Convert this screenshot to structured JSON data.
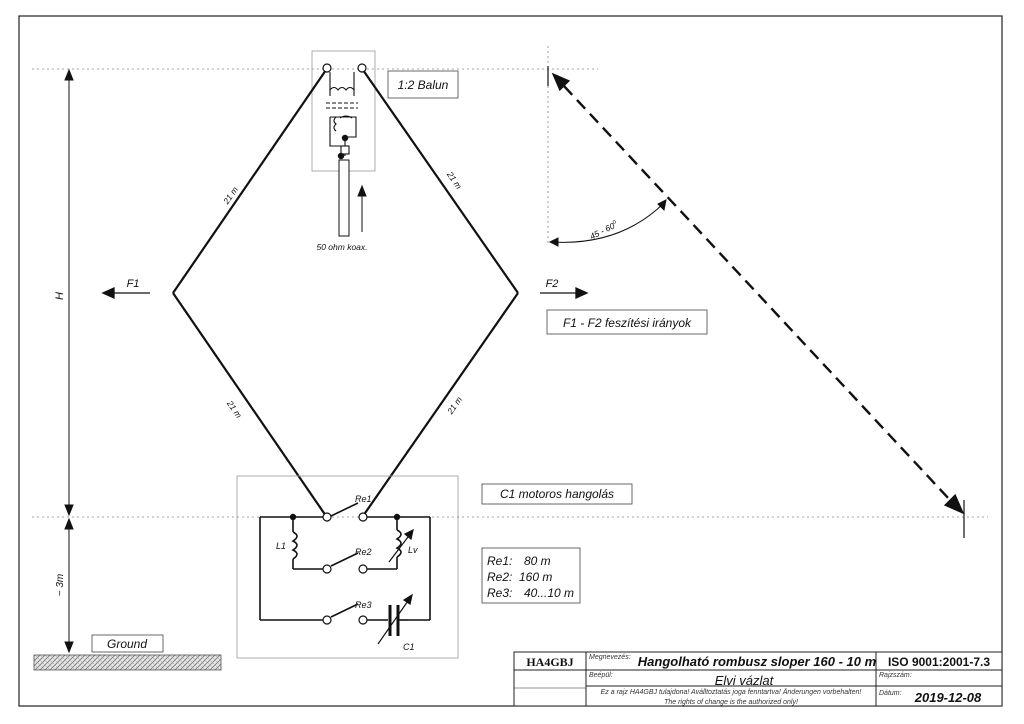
{
  "diagram": {
    "balun_label": "1:2 Balun",
    "coax_label": "50 ohm koax.",
    "wire_lengths": [
      "21 m",
      "21 m",
      "21 m",
      "21 m"
    ],
    "tension_left": "F1",
    "tension_right": "F2",
    "tension_label": "F1 - F2 feszítési irányok",
    "height_label": "H",
    "ground_height_label": "~ 3m",
    "ground_label": "Ground",
    "angle_label": "45 - 60",
    "angle_unit": "o",
    "tuning_label": "C1 motoros hangolás",
    "components": {
      "re1": "Re1",
      "re2": "Re2",
      "re3": "Re3",
      "l1": "L1",
      "lv": "Lv",
      "c1": "C1"
    },
    "relay_table": [
      {
        "name": "Re1:",
        "band": "80 m"
      },
      {
        "name": "Re2:",
        "band": "160 m"
      },
      {
        "name": "Re3:",
        "band": "40...10 m"
      }
    ]
  },
  "title_block": {
    "author": "HA4GBJ",
    "name_caption": "Megnevezés:",
    "name": "Hangolható rombusz sloper 160 - 10 m",
    "standard": "ISO 9001:2001-7.3",
    "built_caption": "Beépül:",
    "drawing_type": "Elvi vázlat",
    "drawing_no_caption": "Rajzszám:",
    "copyright_1": "Ez a rajz HA4GBJ tulajdona! Aválltoztatás joga fenntartva! Änderungen vorbehalten!",
    "copyright_2": "The rights of change is the authorized only!",
    "date_caption": "Dátum:",
    "date": "2019-12-08"
  }
}
